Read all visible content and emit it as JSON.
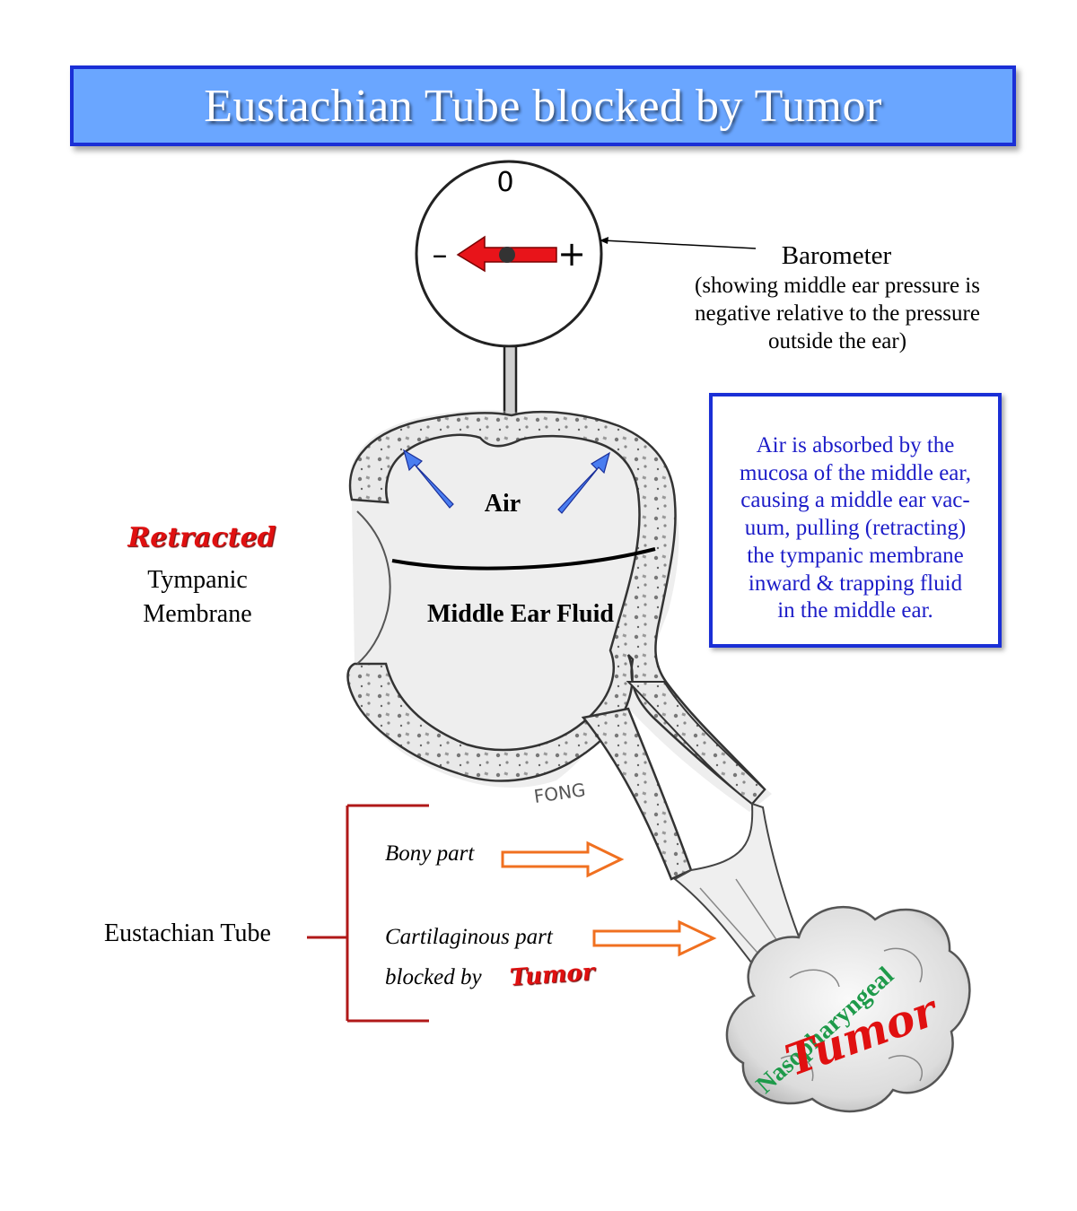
{
  "title": "Eustachian Tube blocked by Tumor",
  "barometer": {
    "dial_zero": "0",
    "minus": "–",
    "plus": "+",
    "label": "Barometer",
    "caption_lines": [
      "(showing middle ear pressure is",
      "negative relative to the pressure",
      "outside the ear)"
    ]
  },
  "info_box": {
    "text": "Air is absorbed by the\nmucosa of the middle ear,\ncausing a middle ear vac-\nuum, pulling (retracting)\nthe tympanic membrane\ninward & trapping fluid\nin the middle ear."
  },
  "labels": {
    "retracted": "Retracted",
    "tympanic": "Tympanic",
    "membrane": "Membrane",
    "air": "Air",
    "middle_ear_fluid": "Middle Ear Fluid",
    "eustachian_tube": "Eustachian Tube",
    "bony_part": "Bony part",
    "cartilaginous_part": "Cartilaginous part",
    "blocked_by": "blocked by",
    "tumor_small": "Tumor",
    "nasopharyngeal": "Nasopharyngeal",
    "tumor_large": "Tumor",
    "signature": "FONG"
  },
  "colors": {
    "title_fill": "#6aa6ff",
    "title_border": "#1a2fd6",
    "info_text": "#1c1cc8",
    "red_arrow": "#e8141a",
    "blue_arrow": "#4a7df0",
    "orange_arrow": "#f07020",
    "bracket": "#b01818",
    "nasopharyngeal_green": "#1e9a4a",
    "tumor_red": "#e01010"
  }
}
